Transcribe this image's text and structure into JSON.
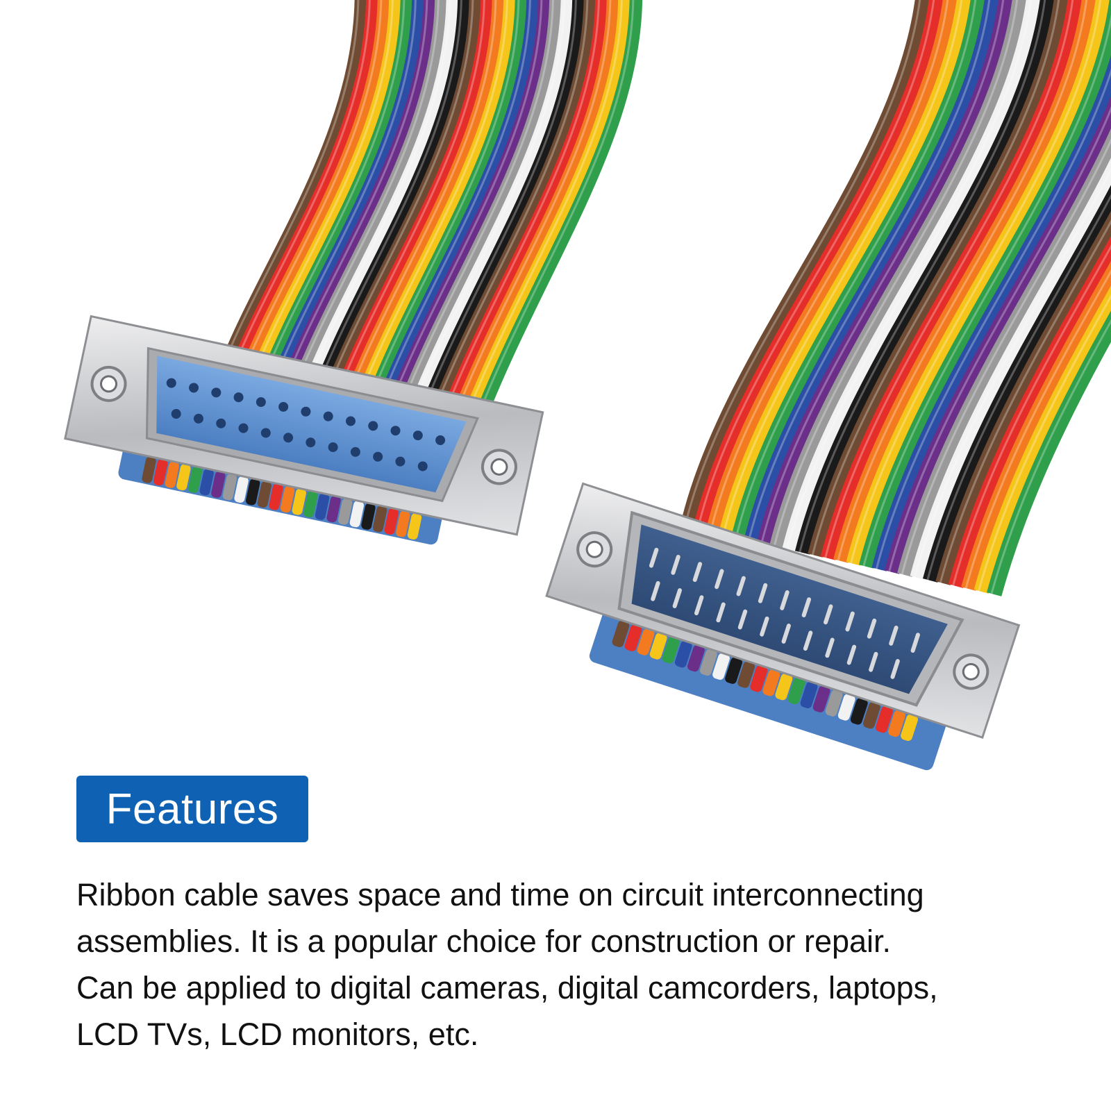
{
  "colors": {
    "badge_bg": "#0f62b3",
    "connector_blue": "#5b8fd0",
    "shell_metal": "#c9cacd"
  },
  "ribbon_colors": [
    "#6e4b32",
    "#e52d2a",
    "#f47a1f",
    "#f6c51a",
    "#2f9f4c",
    "#2b4fa6",
    "#6b2f8a",
    "#9a9a9a",
    "#f2f2f2",
    "#1a1a1a"
  ],
  "features": {
    "heading": "Features",
    "lines": [
      "Ribbon cable saves space and time on circuit interconnecting",
      "assemblies.  It is a popular choice for construction or repair.",
      "Can be applied to digital cameras, digital camcorders, laptops,",
      "LCD TVs, LCD monitors, etc."
    ]
  },
  "icons": {
    "female_connector": "db25-female-connector",
    "male_connector": "db25-male-connector"
  }
}
